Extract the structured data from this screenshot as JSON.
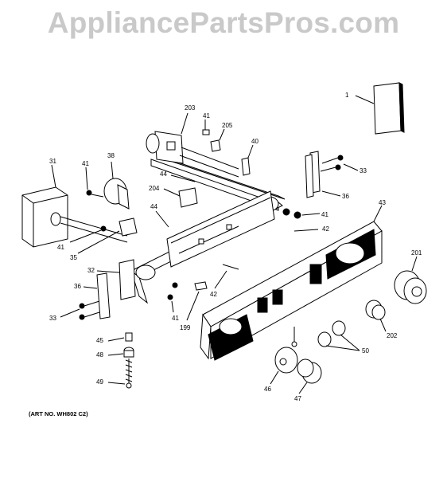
{
  "watermark": "AppliancePartsPros.com",
  "art_number": "(ART NO. WH802 C2)",
  "callouts": [
    "1",
    "203",
    "41",
    "205",
    "40",
    "33",
    "31",
    "41",
    "38",
    "44",
    "204",
    "36",
    "44",
    "41",
    "42",
    "43",
    "41",
    "35",
    "32",
    "201",
    "36",
    "42",
    "33",
    "41",
    "199",
    "202",
    "45",
    "48",
    "50",
    "49",
    "46",
    "47"
  ]
}
